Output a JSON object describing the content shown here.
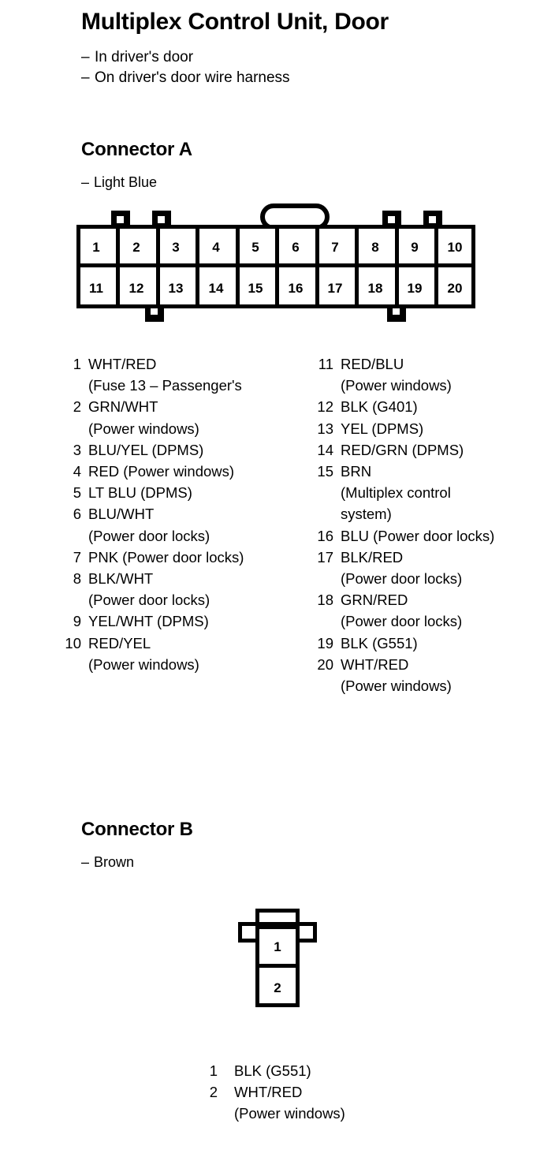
{
  "document": {
    "title": "Multiplex Control Unit, Door",
    "notes": [
      "In driver's door",
      "On driver's door wire harness"
    ],
    "dash": "–"
  },
  "connector_a": {
    "heading": "Connector A",
    "color_label": "Light Blue",
    "diagram": {
      "rows": 2,
      "columns": 10,
      "top_row_cells": [
        "1",
        "2",
        "3",
        "4",
        "5",
        "6",
        "7",
        "8",
        "9",
        "10"
      ],
      "bottom_row_cells": [
        "11",
        "12",
        "13",
        "14",
        "15",
        "16",
        "17",
        "18",
        "19",
        "20"
      ]
    },
    "pins_left": [
      {
        "num": "1",
        "text": "WHT/RED\n(Fuse 13 – Passenger's"
      },
      {
        "num": "2",
        "text": "GRN/WHT\n(Power windows)"
      },
      {
        "num": "3",
        "text": "BLU/YEL (DPMS)"
      },
      {
        "num": "4",
        "text": "RED (Power windows)"
      },
      {
        "num": "5",
        "text": "LT BLU (DPMS)"
      },
      {
        "num": "6",
        "text": "BLU/WHT\n(Power door locks)"
      },
      {
        "num": "7",
        "text": "PNK (Power door locks)"
      },
      {
        "num": "8",
        "text": "BLK/WHT\n(Power door locks)"
      },
      {
        "num": "9",
        "text": "YEL/WHT (DPMS)"
      },
      {
        "num": "10",
        "text": "RED/YEL\n(Power windows)"
      }
    ],
    "pins_right": [
      {
        "num": "11",
        "text": "RED/BLU\n(Power windows)"
      },
      {
        "num": "12",
        "text": "BLK (G401)"
      },
      {
        "num": "13",
        "text": "YEL (DPMS)"
      },
      {
        "num": "14",
        "text": "RED/GRN (DPMS)"
      },
      {
        "num": "15",
        "text": "BRN\n(Multiplex control\nsystem)"
      },
      {
        "num": "16",
        "text": "BLU (Power door locks)"
      },
      {
        "num": "17",
        "text": "BLK/RED\n(Power door locks)"
      },
      {
        "num": "18",
        "text": "GRN/RED\n(Power door locks)"
      },
      {
        "num": "19",
        "text": "BLK (G551)"
      },
      {
        "num": "20",
        "text": "WHT/RED\n(Power windows)"
      }
    ]
  },
  "connector_b": {
    "heading": "Connector B",
    "color_label": "Brown",
    "diagram": {
      "rows": 2,
      "columns": 1,
      "cells": [
        "1",
        "2"
      ]
    },
    "pins": [
      {
        "num": "1",
        "text": "BLK (G551)"
      },
      {
        "num": "2",
        "text": "WHT/RED\n(Power windows)"
      }
    ]
  },
  "colors": {
    "ink": "#000000",
    "paper": "#ffffff"
  }
}
